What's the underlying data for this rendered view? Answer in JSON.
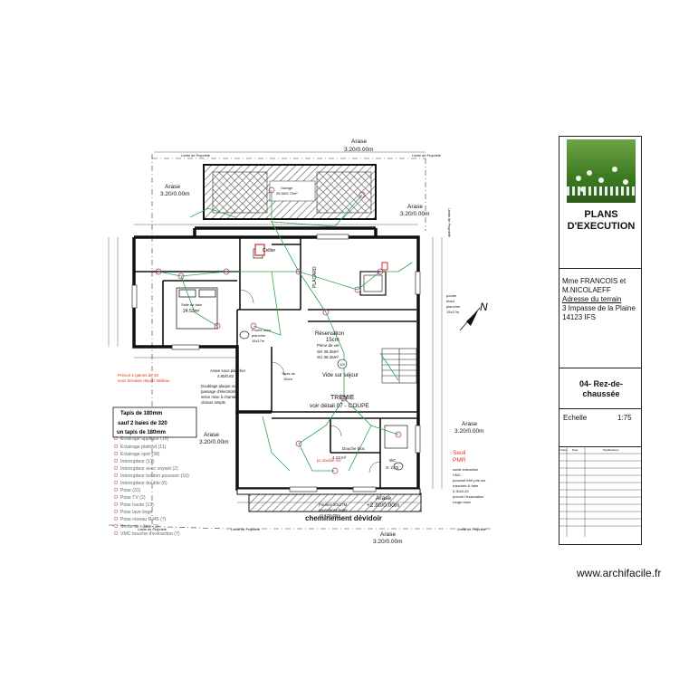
{
  "plan": {
    "arase_top": [
      "Arase",
      "3.20/0.00m"
    ],
    "arase_left": [
      "Arase",
      "3.20/0.00m"
    ],
    "arase_right_top": [
      "Arase",
      "3.20/0.00m"
    ],
    "arase_right_mid": [
      "Arase",
      "3.20/0.00m"
    ],
    "arase_left_mid": [
      "Arase",
      "3.20/0.00m"
    ],
    "arase_bottom_mid": [
      "Arase",
      "+2.80/0.00m"
    ],
    "arase_bottom": [
      "Arase",
      "3.20/0.00m"
    ],
    "garage": [
      "Garage",
      "35.96/0.72m²"
    ],
    "sejour": [
      "Réservation",
      "15cm"
    ],
    "surface_sejour": [
      "Pièce de vie",
      "SH 36.35m²",
      "SU 36.35m²"
    ],
    "vide": "Vide sur séjour",
    "chambre": [
      "Salle de bain",
      "24.52m²"
    ],
    "tremie": [
      "TREMIE",
      "voir détail 07 - COUPE"
    ],
    "placard": "PLACARD",
    "tapis": [
      "Tapis de",
      "15cm"
    ],
    "douche": [
      "Douche bloc",
      "4.13 m²"
    ],
    "wc": [
      "WC",
      "S: 2.20"
    ],
    "cellier": "Cellier",
    "note_red": [
      "Prévoir 2 gaines de 20",
      "sous terrasse depuis tableau"
    ],
    "note_remarque": [
      "Doublage plaque ou",
      "passage d'électricité",
      "selon mise à chantier",
      "cloison simple"
    ],
    "note_arase": [
      "Arase sous plancher",
      "4.80/0.83"
    ],
    "note_poutre": [
      "Poutre sous",
      "plancher",
      "15x17m"
    ],
    "note_poutre_right": [
      "poutre",
      "tirant",
      "plancher",
      "15x17m"
    ],
    "note_sortie": [
      "sortie extraction",
      "VMC",
      "pouvant être pris sur",
      "tranchée & faire",
      "0.30x0.20",
      "prevoir l'évacuation",
      "rouge eaux"
    ],
    "note_poutres_bottom": [
      "Poutres 20x27M",
      "sous-faces bruts",
      "+0.12/0.00m"
    ],
    "limite_left": "Limite de Propriété",
    "limite_right": "Limite de Propriété",
    "limite_top_left": "Limite de Propriété",
    "limite_top_right": "Limite de Propriété",
    "limite_bottom_right": "Limite de Propriété",
    "limite_bottom_center": "Limite de Propriété",
    "cheminement": "cheminement dévidoir",
    "seuil": [
      "Seuil",
      "PMR"
    ],
    "pc": "pc double sol",
    "north": "N",
    "tapis_box": [
      "Tapis de 180mm",
      "sauf 2 baies de 320",
      "un tapis de 180mm"
    ],
    "legend": [
      "Eclairage applique (16)",
      "Eclairage plafond (11)",
      "Eclairage spot (39)",
      "Interrupteur (17)",
      "Interrupteur avec voyant (2)",
      "Interrupteur bouton poussoir (10)",
      "Interrupteur double (6)",
      "Prise (31)",
      "Prise TV (2)",
      "Prise haute (13)",
      "Prise lave linge",
      "Prise réseau RJ45 (7)",
      "Sortie de câble (2)",
      "VMC bouche d'extraction (7)"
    ]
  },
  "titleblock": {
    "title_line1": "PLANS",
    "title_line2": "D'EXECUTION",
    "client": "Mme FRANCOIS et M.NICOLAEFF",
    "address_label": "Adresse du terrain",
    "address_line1": "3 Impasse de la Plaine",
    "address_line2": "14123 IFS",
    "sheet_line1": "04- Rez-de-",
    "sheet_line2": "chaussée",
    "scale_label": "Echelle",
    "scale_value": "1:75",
    "rev_headers": [
      "Indice",
      "Date",
      "Modifications"
    ]
  },
  "footer": "www.archifacile.fr",
  "colors": {
    "wall": "#111111",
    "electric": "#2aa84a",
    "note_red": "#e0302a",
    "hatch": "#555555"
  }
}
